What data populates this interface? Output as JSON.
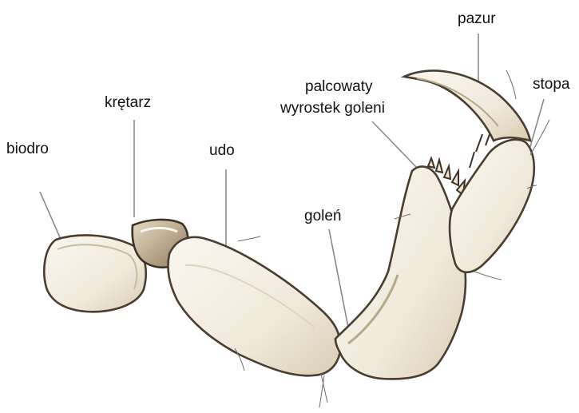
{
  "labels": {
    "biodro": "biodro",
    "kretarz": "krętarz",
    "udo": "udo",
    "golen": "goleń",
    "palcowaty_1": "palcowaty",
    "palcowaty_2": "wyrostek goleni",
    "pazur": "pazur",
    "stopa": "stopa"
  },
  "colors": {
    "segment_fill": "#f3ede2",
    "segment_shadow": "#d6cab4",
    "outline": "#4a3d30",
    "leader": "#8a8a8a",
    "text": "#111111"
  }
}
